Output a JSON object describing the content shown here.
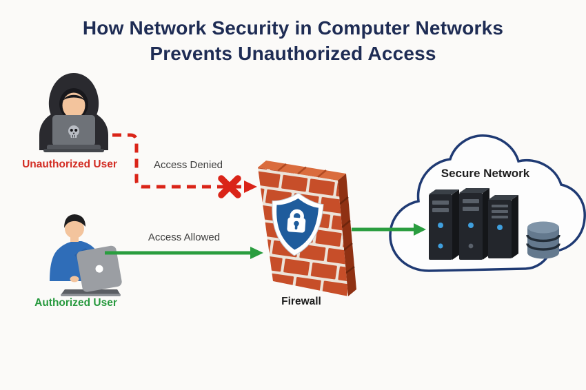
{
  "title": {
    "line1": "How Network Security in Computer Networks",
    "line2": "Prevents Unauthorized Access"
  },
  "nodes": {
    "unauthorized_user": {
      "label": "Unauthorized User"
    },
    "authorized_user": {
      "label": "Authorized User"
    },
    "firewall": {
      "label": "Firewall"
    },
    "secure_network": {
      "label": "Secure Network"
    }
  },
  "flows": {
    "denied": {
      "label": "Access Denied",
      "style": "dashed",
      "color": "#da2418"
    },
    "allowed": {
      "label": "Access Allowed",
      "style": "solid",
      "color": "#2a9d3f"
    }
  },
  "icons": [
    "hacker-icon",
    "skull-icon",
    "laptop-icon",
    "authorized-user-icon",
    "brick-wall-icon",
    "shield-lock-icon",
    "denied-x-icon",
    "cloud-icon",
    "server-rack-icon",
    "database-icon"
  ],
  "colors": {
    "bg": "#fbfaf8",
    "navy": "#1e2c54",
    "red": "#da2418",
    "red_label": "#d22b22",
    "green": "#2a9d3f",
    "green_label": "#27993e",
    "text_gray": "#3b3b3b",
    "text_dark": "#1d1d1d",
    "brick": "#c74e29",
    "mortar": "#ece3d9",
    "brick_top": "#da6c3d",
    "brick_side": "#8f3113",
    "brick_seam_top": "#b04a22",
    "brick_seam_side": "#6e250c",
    "shield": "#1f5c9c",
    "cloud_stroke": "#1f3a73",
    "cloud_fill": "#fdfdfd",
    "server_front": "#23262c",
    "server_top": "#3a4047",
    "server_side": "#141619",
    "slot": "#596069",
    "led": "#3f9fdd",
    "led_dim": "#5a616b",
    "db_top": "#7f94a8",
    "db_body": "#64798e",
    "db_line": "#222d38",
    "hoodie": "#2a2a2f",
    "hoodie_dark": "#18181c",
    "skin": "#f3c49d",
    "hair": "#1d1d1f",
    "laptop_gray": "#6e7278",
    "laptop_dark": "#53565c",
    "skull": "#b9bdc4",
    "shirt": "#2f6db8",
    "shirt_dark": "#2a62a8",
    "user_laptop": "#9b9ea3",
    "user_laptop_dark": "#5b5e63"
  }
}
